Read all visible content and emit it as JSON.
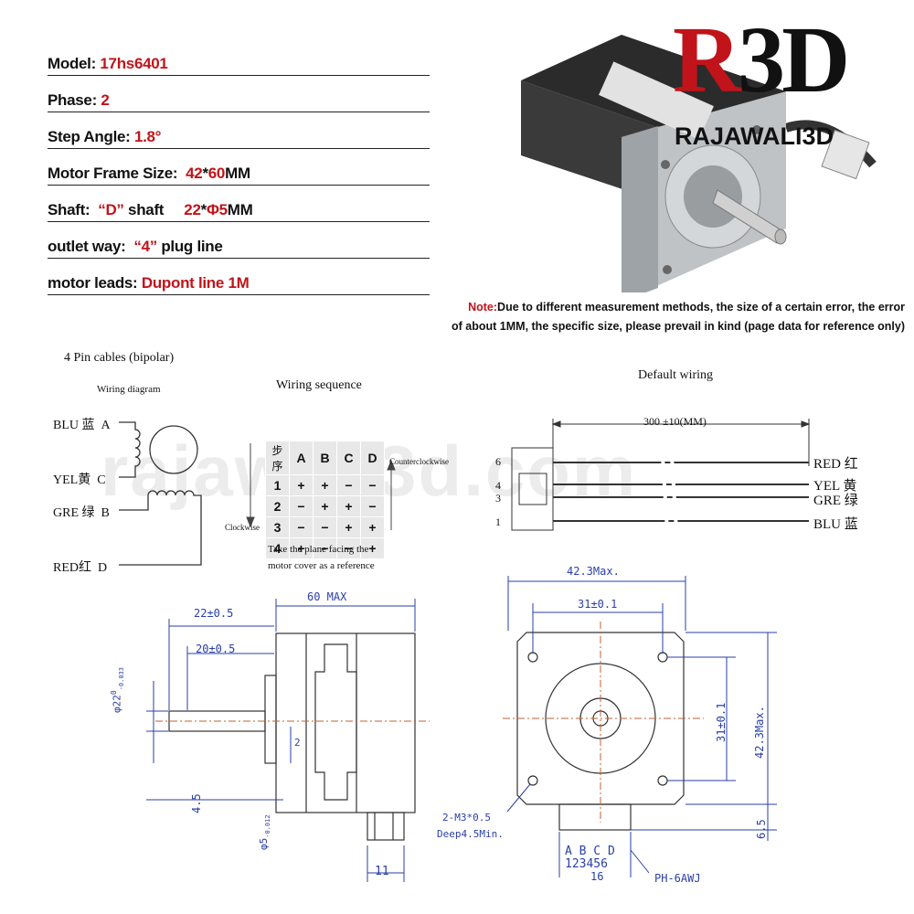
{
  "specs": [
    {
      "label": "Model:",
      "value": "17hs6401"
    },
    {
      "label": "Phase:",
      "value": "2"
    },
    {
      "label": "Step Angle:",
      "value": "1.8°"
    },
    {
      "label": "Motor Frame Size:",
      "value_red1": "42",
      "sep": "*",
      "value_red2": "60",
      "value_tail": "MM"
    },
    {
      "label": "Shaft:",
      "q_open": "“",
      "value_red1": "D",
      "q_close": "”",
      "mid": " shaft",
      "value_red2": "22",
      "sep": "*",
      "value_red3": "Φ5",
      "value_tail": "MM"
    },
    {
      "label": "outlet way:",
      "q_open": "“",
      "value_red1": "4",
      "q_close": "”",
      "mid": " plug line"
    },
    {
      "label": "motor leads:",
      "value": "Dupont line 1M"
    }
  ],
  "logo": {
    "big_r": "R",
    "big_rest": "3D",
    "small": "RAJAWALI3D",
    "color": "#c0141a"
  },
  "note": {
    "prefix": "Note:",
    "line1": "Due to different measurement methods, the size of a certain error, the error",
    "line2": "of about 1MM, the specific size, please prevail in kind (page data for reference only)"
  },
  "watermark": "rajawali3d.com",
  "wiring": {
    "title": "4 Pin cables (bipolar)",
    "diagram_title": "Wiring diagram",
    "pins": [
      {
        "name": "BLU 蓝",
        "letter": "A"
      },
      {
        "name": "YEL黄",
        "letter": "C"
      },
      {
        "name": "GRE 绿",
        "letter": "B"
      },
      {
        "name": "RED红",
        "letter": "D"
      }
    ],
    "sequence_title": "Wiring sequence",
    "table_header": [
      "步序",
      "A",
      "B",
      "C",
      "D"
    ],
    "table_rows": [
      [
        "1",
        "+",
        "+",
        "−",
        "−"
      ],
      [
        "2",
        "−",
        "+",
        "+",
        "−"
      ],
      [
        "3",
        "−",
        "−",
        "+",
        "+"
      ],
      [
        "4",
        "+",
        "−",
        "−",
        "+"
      ]
    ],
    "counterclockwise": "Counterclockwise",
    "clockwise": "Clockwise",
    "caption1": "Take the plane facing the",
    "caption2": "motor cover as a reference",
    "default_title": "Default wiring",
    "length": "300 ±10(MM)",
    "pin_numbers": [
      "6",
      "4",
      "3",
      "1"
    ],
    "wires": [
      {
        "name": "RED 红"
      },
      {
        "name": "YEL 黄"
      },
      {
        "name": "GRE 绿"
      },
      {
        "name": "BLU 蓝"
      }
    ]
  },
  "dims": {
    "max_length": "60 MAX",
    "shaft_len": "22±0.5",
    "shaft_flat": "20±0.5",
    "boss_dia": "φ22",
    "boss_tol": "-0.033",
    "boss_tol_top": "0",
    "shaft_dia": "φ5",
    "shaft_tol": "-0.012",
    "flat_depth": "4.5",
    "step": "2",
    "connector_width": "11",
    "frame_max": "42.3Max.",
    "hole_spacing": "31±0.1",
    "hole_spacing_v": "31±0.1",
    "frame_max_v": "42.3Max.",
    "screw": "2-M3*0.5",
    "screw_depth": "Deep4.5Min.",
    "conn_offset": "6.5",
    "pin_letters": "A B C D",
    "pin_digits": "123456",
    "conn_width": "16",
    "conn_type": "PH-6AWJ"
  }
}
